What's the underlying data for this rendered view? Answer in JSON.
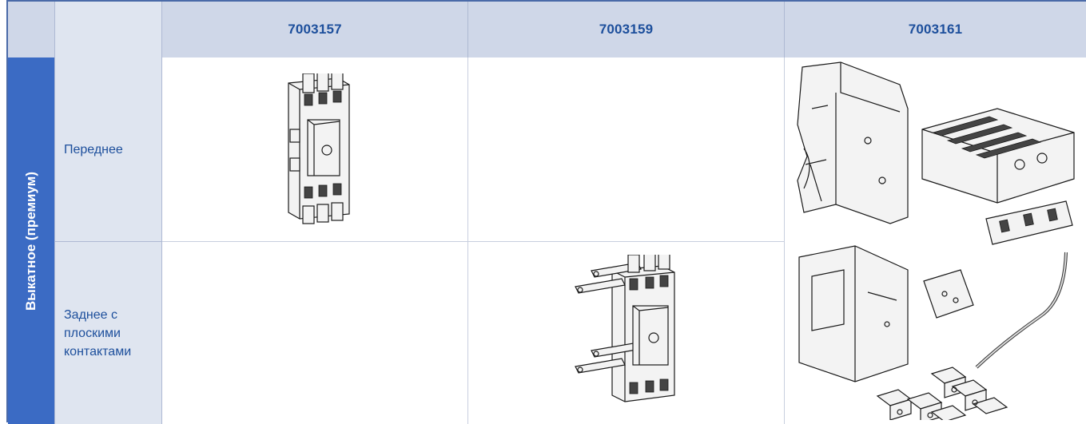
{
  "table": {
    "columns": [
      "7003157",
      "7003159",
      "7003161"
    ],
    "group_label": "Выкатное (премиум)",
    "rows": [
      {
        "label": "Переднее"
      },
      {
        "label": "Заднее с плоскими контактами"
      }
    ]
  },
  "colors": {
    "header_bg": "#cfd7e8",
    "header_text": "#1d4f9c",
    "group_bg": "#3b6bc4",
    "row_label_bg": "#dfe5f0",
    "border": "#4a6aa8"
  },
  "images": {
    "r1_c1": "breaker-base-front-icon",
    "r2_c2": "breaker-base-rear-flat-icon",
    "c3": "conversion-kit-parts-icon"
  }
}
